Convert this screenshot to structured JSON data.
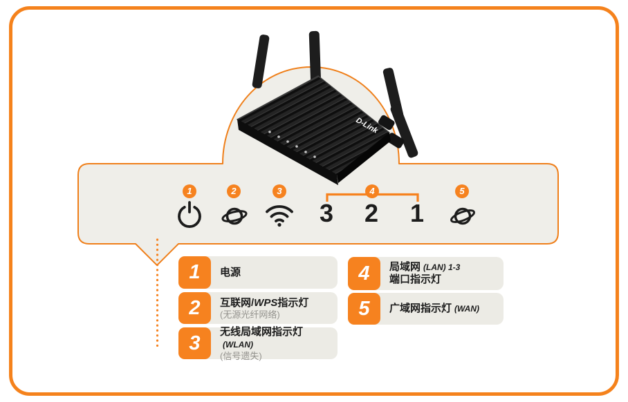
{
  "device": {
    "brand": "D-Link"
  },
  "colors": {
    "accent_orange": "#F6821F",
    "frame_border": "#F5821C",
    "panel_bg": "#EFEEE9",
    "legend_box_bg": "#ECEBE5",
    "icon_black": "#1C1C1C",
    "subtitle_gray": "#93928D"
  },
  "indicators": {
    "items": [
      {
        "badge": "1",
        "icon": "power-icon"
      },
      {
        "badge": "2",
        "icon": "internet-icon"
      },
      {
        "badge": "3",
        "icon": "wifi-icon"
      },
      {
        "badge": "4",
        "icon": "lan-port-group",
        "ports": [
          "3",
          "2",
          "1"
        ]
      },
      {
        "badge": "5",
        "icon": "planet-icon"
      }
    ]
  },
  "legend": {
    "items": [
      {
        "number": "1",
        "title": "电源"
      },
      {
        "number": "2",
        "title_prefix": "互联网/",
        "title_latin": "WPS",
        "title_rest": "指示灯",
        "subtitle": "(无源光纤网络)"
      },
      {
        "number": "3",
        "title": "无线局域网指示灯",
        "title_suffix": "(WLAN)",
        "subtitle": "(信号遗失)"
      },
      {
        "number": "4",
        "line1": "局域网",
        "line1_suffix": "(LAN) 1-3",
        "line2": "端口指示灯"
      },
      {
        "number": "5",
        "title": "广域网指示灯",
        "title_suffix": "(WAN)"
      }
    ]
  }
}
